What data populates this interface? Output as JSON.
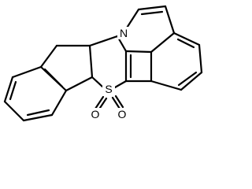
{
  "molecule": {
    "atom_labels": {
      "nitrogen": "N",
      "sulfur": "S",
      "oxygen_left": "O",
      "oxygen_right": "O"
    },
    "colors": {
      "bond": "#000000",
      "label": "#000000",
      "background": "#ffffff"
    }
  }
}
